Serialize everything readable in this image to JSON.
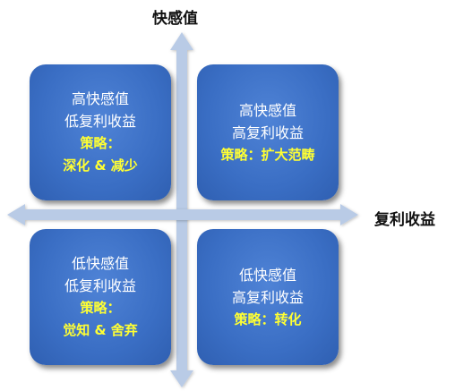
{
  "axes": {
    "y_label": "快感值",
    "x_label": "复利收益"
  },
  "colors": {
    "box_fill": "#3a6ec4",
    "arrow": "#b9cbe6",
    "strategy_text": "#ffff33",
    "body_text": "#ffffff"
  },
  "quadrants": {
    "top_left": {
      "line1": "高快感值",
      "line2": "低复利收益",
      "strategy_label": "策略：",
      "strategy": "深化 & 减少"
    },
    "top_right": {
      "line1": "高快感值",
      "line2": "高复利收益",
      "strategy": "策略：扩大范畴"
    },
    "bottom_left": {
      "line1": "低快感值",
      "line2": "低复利收益",
      "strategy_label": "策略：",
      "strategy": "觉知 & 舍弃"
    },
    "bottom_right": {
      "line1": "低快感值",
      "line2": "高复利收益",
      "strategy": "策略：转化"
    }
  }
}
